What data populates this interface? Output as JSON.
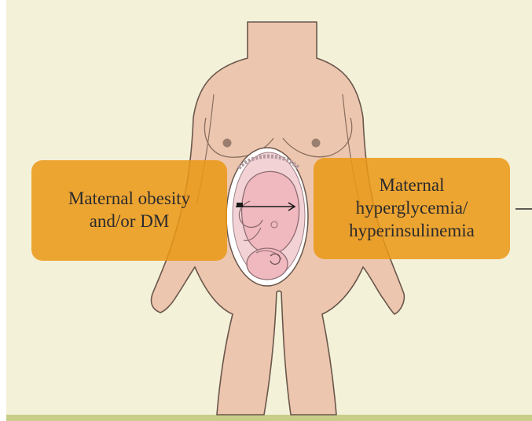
{
  "colors": {
    "background": "#f4f1d9",
    "bottom_bar": "#c9cd8a",
    "skin": "#ecc6ae",
    "outline": "#6a574c",
    "womb": "#f3d2d6",
    "fetus": "#f0b9bf",
    "box": "#eb9814"
  },
  "icons": {
    "body": "female-body-illustration",
    "fetus": "fetus-in-utero-illustration",
    "arrow": "right-arrow-icon"
  },
  "labels": {
    "left_box": [
      "Maternal obesity",
      "and/or DM"
    ],
    "right_box": [
      "Maternal",
      "hyperglycemia/",
      "hyperinsulinemia"
    ]
  }
}
